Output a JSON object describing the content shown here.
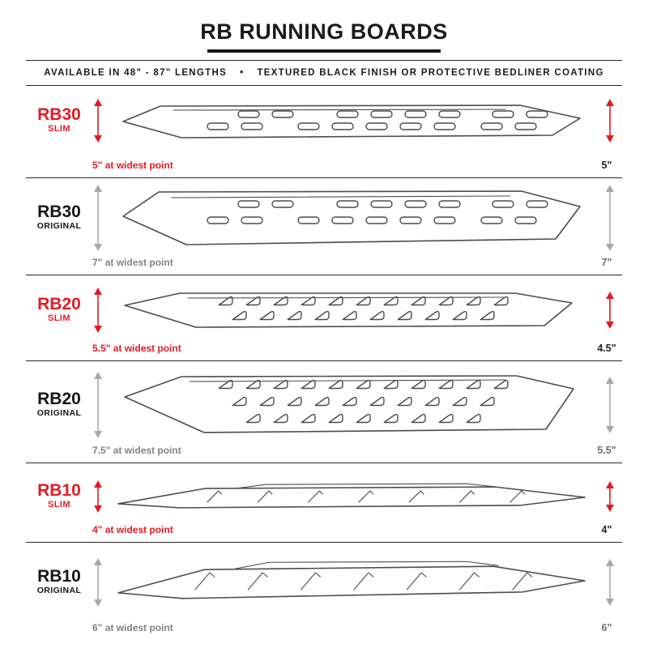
{
  "header": {
    "title": "RB RUNNING BOARDS",
    "subtitle_left": "AVAILABLE IN 48\" - 87\" LENGTHS",
    "subtitle_sep": "•",
    "subtitle_right": "TEXTURED BLACK FINISH OR PROTECTIVE BEDLINER COATING"
  },
  "colors": {
    "slim_accent": "#e21b23",
    "original_arrow_gray": "#a7a9ac",
    "original_text_gray": "#808285",
    "outline": "#4c4c4c"
  },
  "rows": [
    {
      "model": "RB30",
      "variant": "SLIM",
      "width_label": "5\" at widest point",
      "height_label": "5\""
    },
    {
      "model": "RB30",
      "variant": "ORIGINAL",
      "width_label": "7\" at widest point",
      "height_label": "7\""
    },
    {
      "model": "RB20",
      "variant": "SLIM",
      "width_label": "5.5\" at widest point",
      "height_label": "4.5\""
    },
    {
      "model": "RB20",
      "variant": "ORIGINAL",
      "width_label": "7.5\" at widest point",
      "height_label": "5.5\""
    },
    {
      "model": "RB10",
      "variant": "SLIM",
      "width_label": "4\" at widest point",
      "height_label": "4\""
    },
    {
      "model": "RB10",
      "variant": "ORIGINAL",
      "width_label": "6\" at widest point",
      "height_label": "6\""
    }
  ]
}
